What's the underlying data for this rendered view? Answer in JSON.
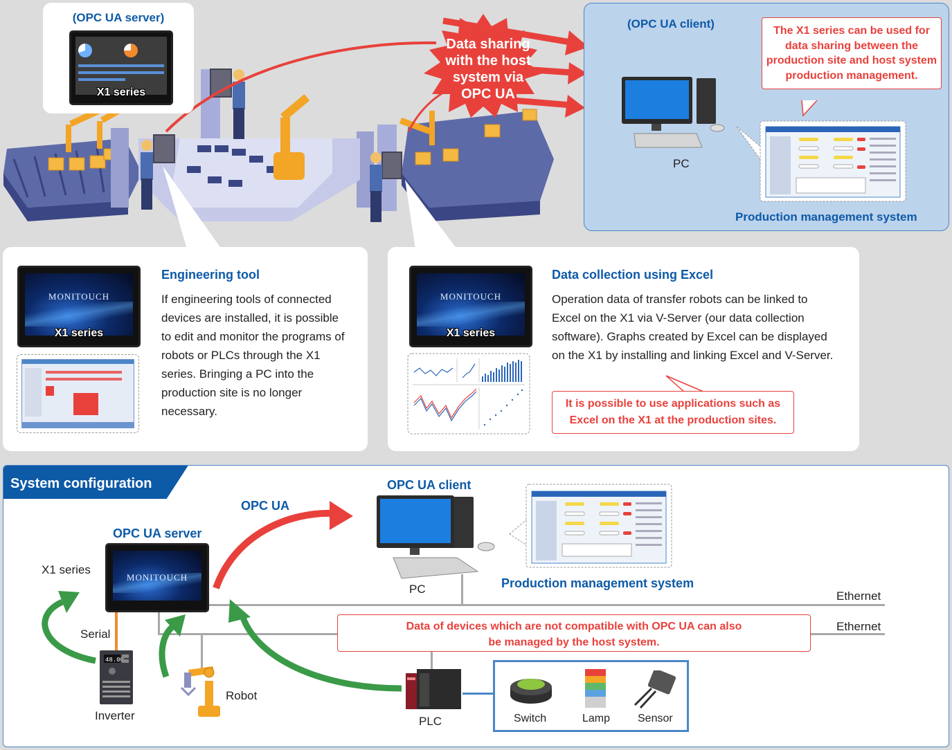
{
  "top": {
    "server_label": "(OPC UA server)",
    "x1_series_label": "X1 series",
    "burst_text": "Data sharing with the host system via OPC UA",
    "client_label": "(OPC UA client)",
    "client_callout": "The X1 series can be used for data sharing between the production site and host system production management.",
    "pc_label": "PC",
    "production_system_label": "Production management system"
  },
  "engineering": {
    "x1_label": "X1 series",
    "screen_brand": "MONITOUCH",
    "title": "Engineering tool",
    "body": "If engineering tools of connected devices are installed, it is possible to edit and monitor the programs of robots or PLCs through the X1 series. Bringing a PC into the production site is no longer necessary."
  },
  "excel": {
    "x1_label": "X1 series",
    "screen_brand": "MONITOUCH",
    "title": "Data collection using Excel",
    "body": "Operation data of transfer robots can be linked to Excel on the X1 via V-Server (our data collection software). Graphs created by Excel can be displayed on the X1 by installing and linking Excel and V-Server.",
    "callout": "It is possible to use applications such as Excel on the X1 at the production sites."
  },
  "system": {
    "header": "System configuration",
    "opc_ua": "OPC UA",
    "opc_ua_client": "OPC UA client",
    "opc_ua_server": "OPC UA server",
    "x1_series": "X1 series",
    "screen_brand": "MONITOUCH",
    "pc": "PC",
    "production_system": "Production management system",
    "ethernet_1": "Ethernet",
    "ethernet_2": "Ethernet",
    "callout": "Data of devices which are not compatible with OPC UA can also be managed by the host system.",
    "serial": "Serial",
    "inverter": "Inverter",
    "robot": "Robot",
    "plc": "PLC",
    "switch": "Switch",
    "lamp": "Lamp",
    "sensor": "Sensor"
  },
  "colors": {
    "accent_blue": "#0d5aa7",
    "accent_red": "#e8413c",
    "arrow_green": "#3a9a48",
    "panel_blue": "#bcd3ec"
  }
}
